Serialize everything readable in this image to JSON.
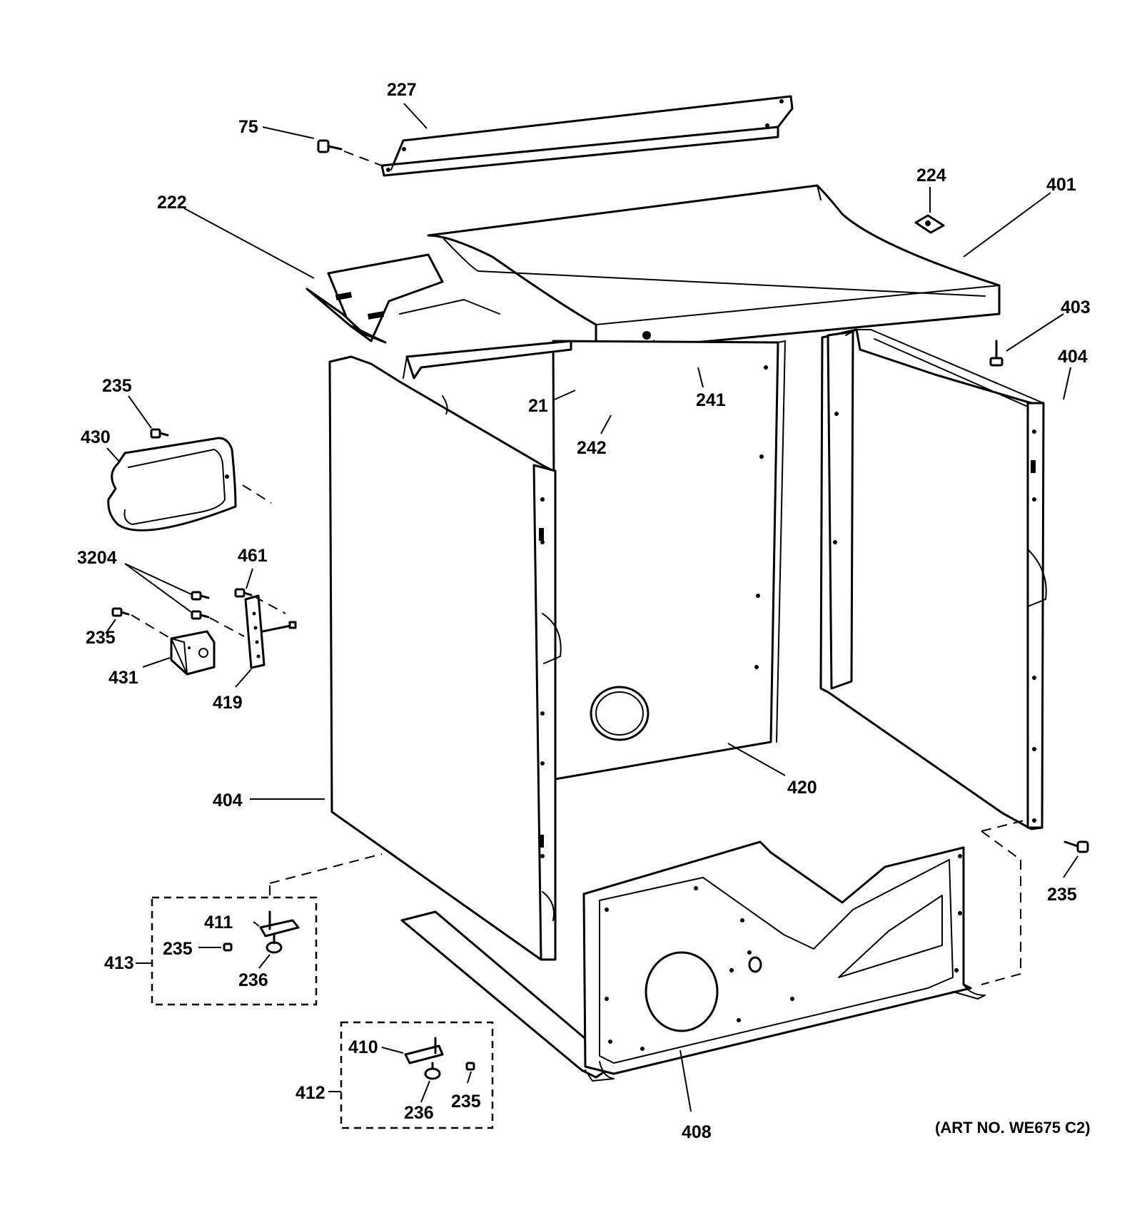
{
  "labels": {
    "p227": "227",
    "p75": "75",
    "p222": "222",
    "p224": "224",
    "p401": "401",
    "p403": "403",
    "p404_right": "404",
    "p235_a": "235",
    "p430": "430",
    "p21": "21",
    "p241": "241",
    "p242": "242",
    "p3204": "3204",
    "p461": "461",
    "p235_b": "235",
    "p431": "431",
    "p419": "419",
    "p420": "420",
    "p404_left": "404",
    "p235_c": "235",
    "p411": "411",
    "p235_d": "235",
    "p413": "413",
    "p236_a": "236",
    "p410": "410",
    "p412": "412",
    "p236_b": "236",
    "p235_e": "235",
    "p408": "408"
  },
  "art_number": "(ART NO. WE675 C2)"
}
